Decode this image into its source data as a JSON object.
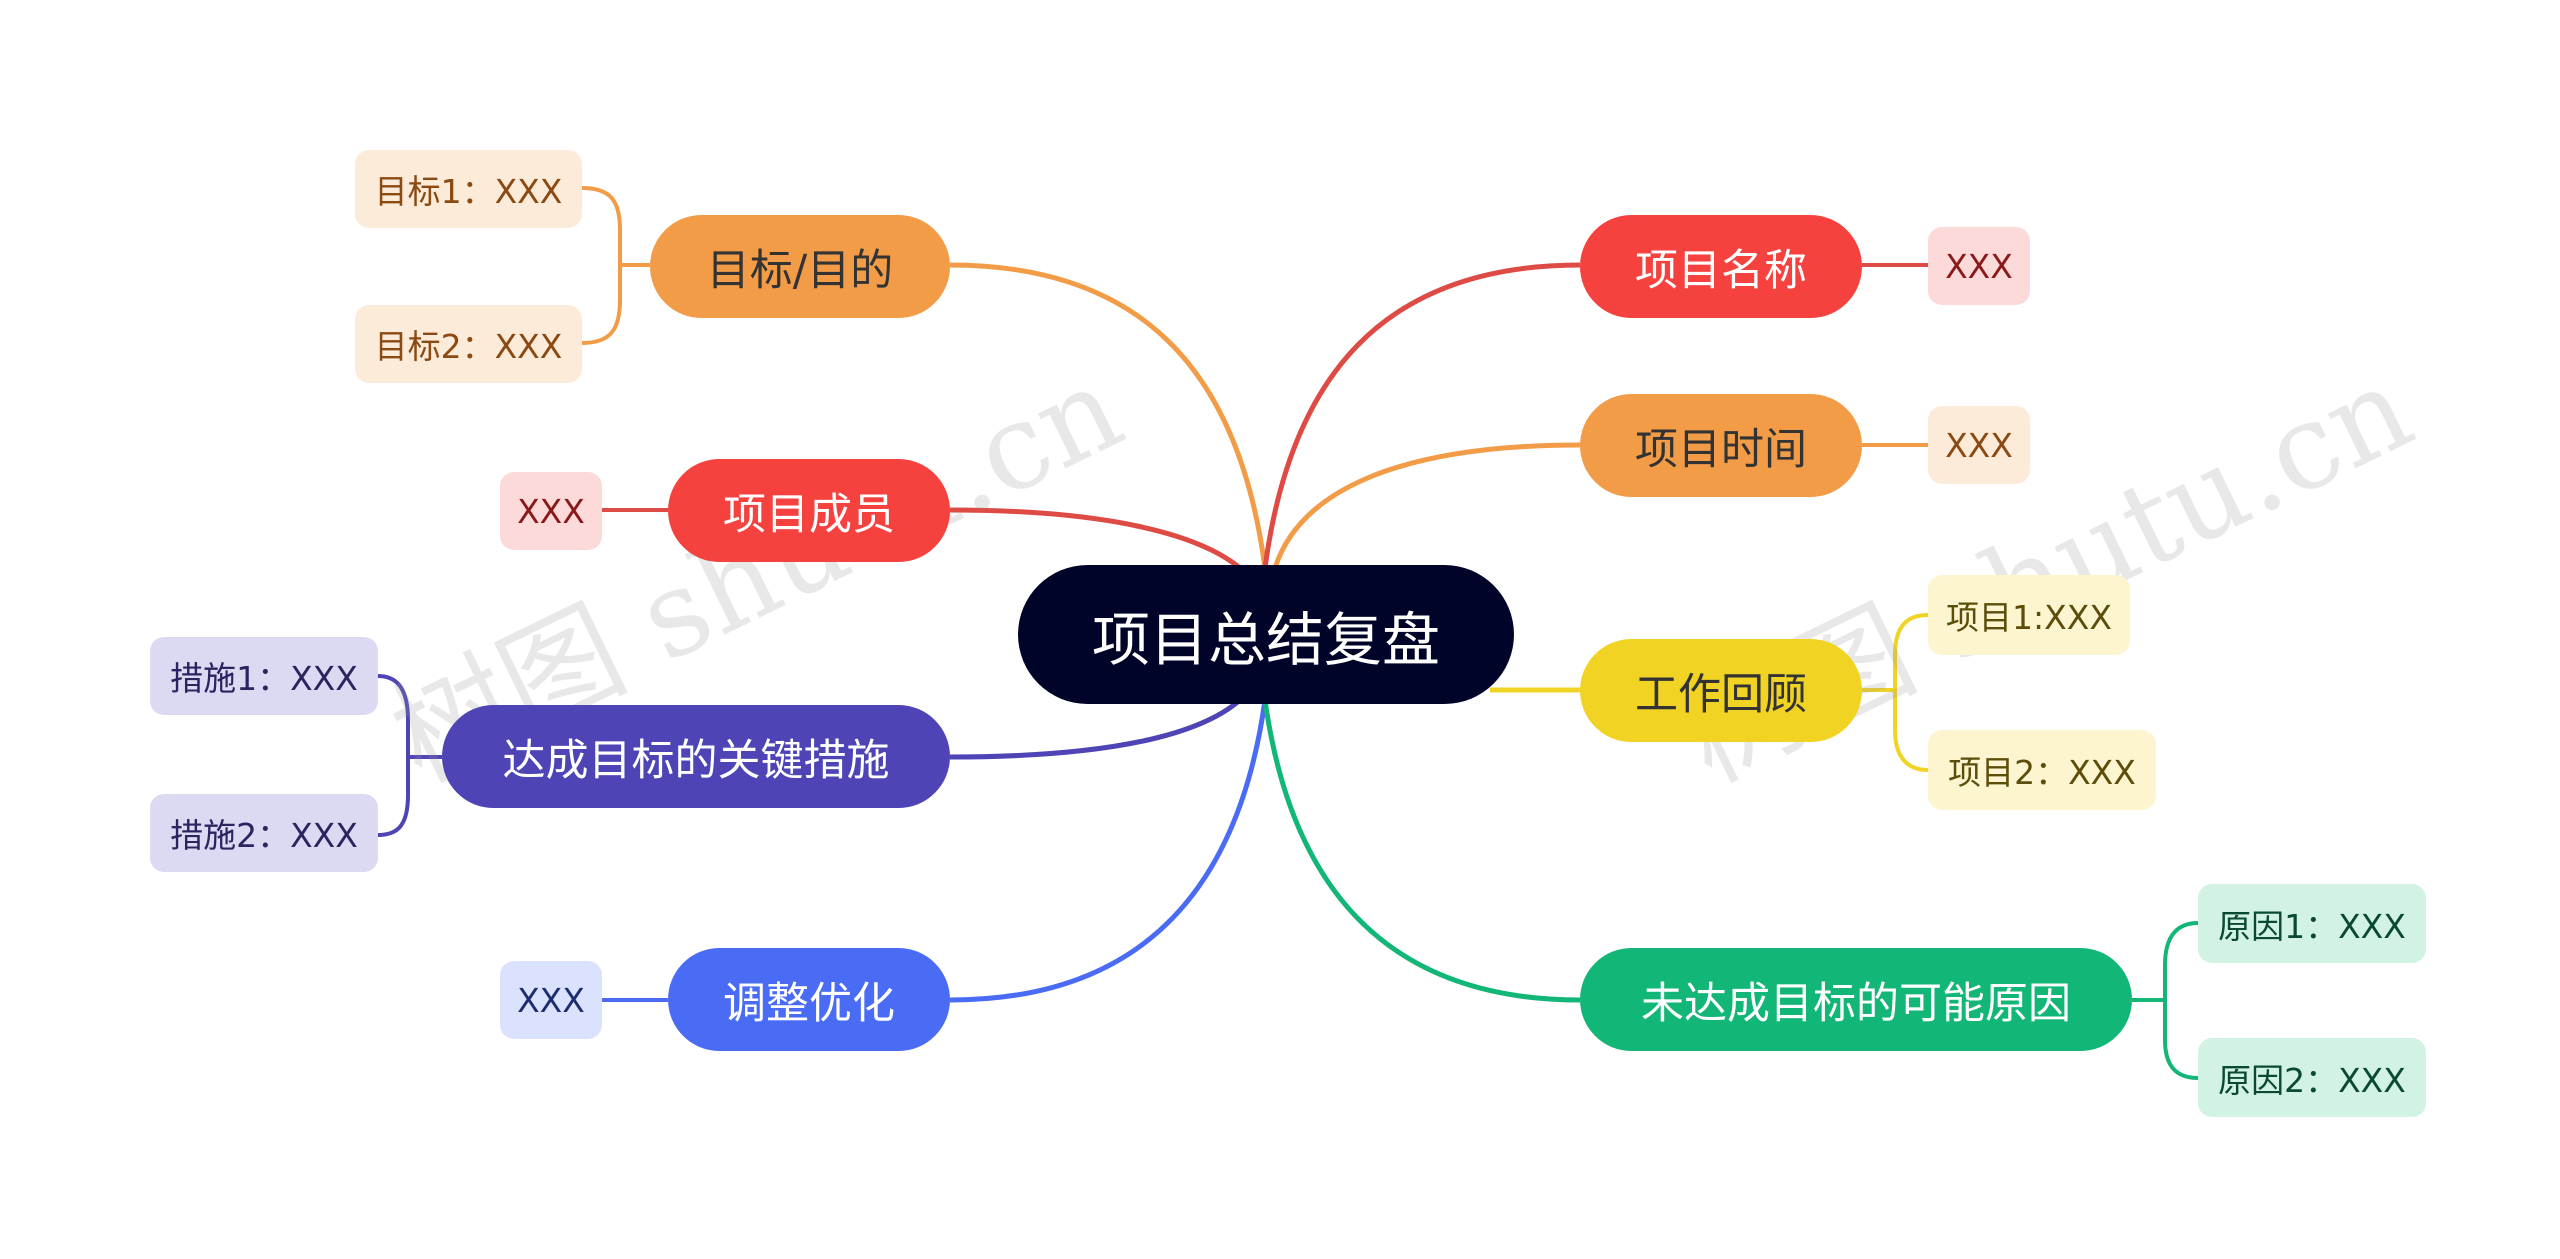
{
  "center": {
    "label": "项目总结复盘"
  },
  "branches": {
    "goal": {
      "label": "目标/目的",
      "color": "#F39C47",
      "text_color": "#333333"
    },
    "members": {
      "label": "项目成员",
      "color": "#F5423F",
      "text_color": "#ffffff"
    },
    "measures": {
      "label": "达成目标的关键措施",
      "color": "#4E44B5",
      "text_color": "#ffffff"
    },
    "adjust": {
      "label": "调整优化",
      "color": "#4A6CF4",
      "text_color": "#ffffff"
    },
    "name": {
      "label": "项目名称",
      "color": "#F5423F",
      "text_color": "#ffffff"
    },
    "time": {
      "label": "项目时间",
      "color": "#F39C47",
      "text_color": "#333333"
    },
    "review": {
      "label": "工作回顾",
      "color": "#F1D324",
      "text_color": "#333333"
    },
    "reasons": {
      "label": "未达成目标的可能原因",
      "color": "#12B677",
      "text_color": "#ffffff"
    }
  },
  "leaves": {
    "goal_1": {
      "label": "目标1：XXX",
      "bg": "#FDEBDA",
      "color": "#8A4A12"
    },
    "goal_2": {
      "label": "目标2：XXX",
      "bg": "#FDEBDA",
      "color": "#8A4A12"
    },
    "members_1": {
      "label": "XXX",
      "bg": "#FDDADA",
      "color": "#8A1A1A"
    },
    "measures_1": {
      "label": "措施1：XXX",
      "bg": "#DCDAF2",
      "color": "#2A2560"
    },
    "measures_2": {
      "label": "措施2：XXX",
      "bg": "#DCDAF2",
      "color": "#2A2560"
    },
    "adjust_1": {
      "label": "XXX",
      "bg": "#DAE2FD",
      "color": "#1C2E6E"
    },
    "name_1": {
      "label": "XXX",
      "bg": "#FDDADA",
      "color": "#8A1A1A"
    },
    "time_1": {
      "label": "XXX",
      "bg": "#FDEBDA",
      "color": "#8A4A12"
    },
    "review_1": {
      "label": "项目1:XXX",
      "bg": "#FCF5D0",
      "color": "#5C4E0A"
    },
    "review_2": {
      "label": "项目2：XXX",
      "bg": "#FCF5D0",
      "color": "#5C4E0A"
    },
    "reasons_1": {
      "label": "原因1：XXX",
      "bg": "#D2F2E4",
      "color": "#0B4A32"
    },
    "reasons_2": {
      "label": "原因2：XXX",
      "bg": "#D2F2E4",
      "color": "#0B4A32"
    }
  },
  "watermark": "树图 shutu.cn"
}
